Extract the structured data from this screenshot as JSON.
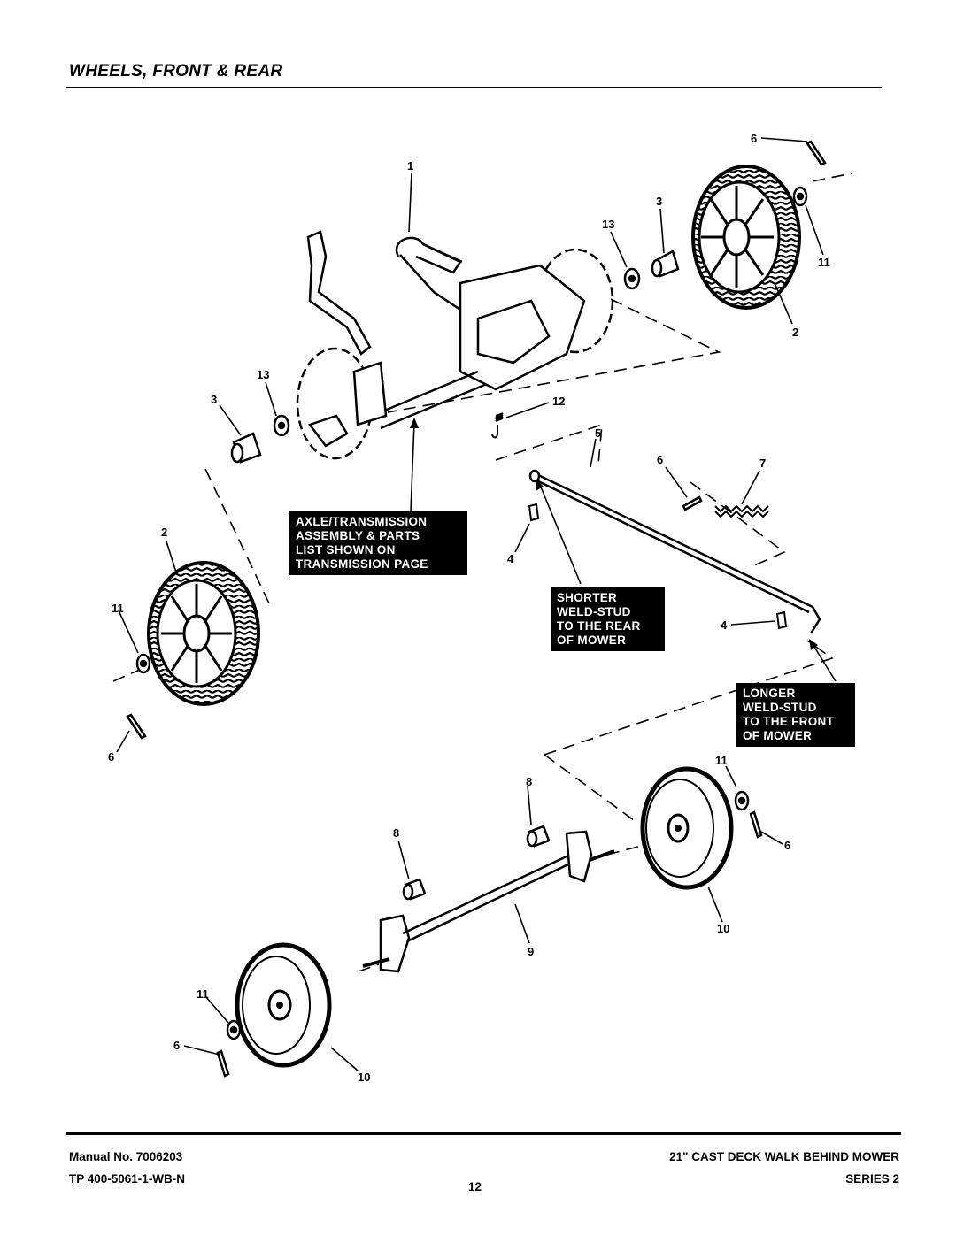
{
  "header": {
    "title": "WHEELS, FRONT & REAR"
  },
  "callouts": {
    "axle": "AXLE/TRANSMISSION\nASSEMBLY & PARTS\nLIST  SHOWN ON\nTRANSMISSION PAGE",
    "shorter": "SHORTER\nWELD-STUD\nTO THE REAR\nOF MOWER",
    "longer": "LONGER\nWELD-STUD\nTO THE FRONT\nOF MOWER"
  },
  "part_numbers": {
    "p6_top": "6",
    "p1": "1",
    "p3_top": "3",
    "p13_top": "13",
    "p11_top": "11",
    "p2_top": "2",
    "p13_left": "13",
    "p3_left": "3",
    "p12": "12",
    "p5": "5",
    "p6_mid": "6",
    "p7": "7",
    "p2_left": "2",
    "p4_left": "4",
    "p11_left": "11",
    "p6_left": "6",
    "p4_right": "4",
    "p11_front": "11",
    "p8_right": "8",
    "p6_front": "6",
    "p8_left": "8",
    "p10_right": "10",
    "p9": "9",
    "p11_bottom": "11",
    "p6_bottom": "6",
    "p10_bottom": "10"
  },
  "footer": {
    "manual_label": "Manual No.  7006203",
    "tp": "TP 400-5061-1-WB-N",
    "page": "12",
    "product": "21\" CAST DECK WALK BEHIND MOWER",
    "series": "SERIES 2"
  }
}
